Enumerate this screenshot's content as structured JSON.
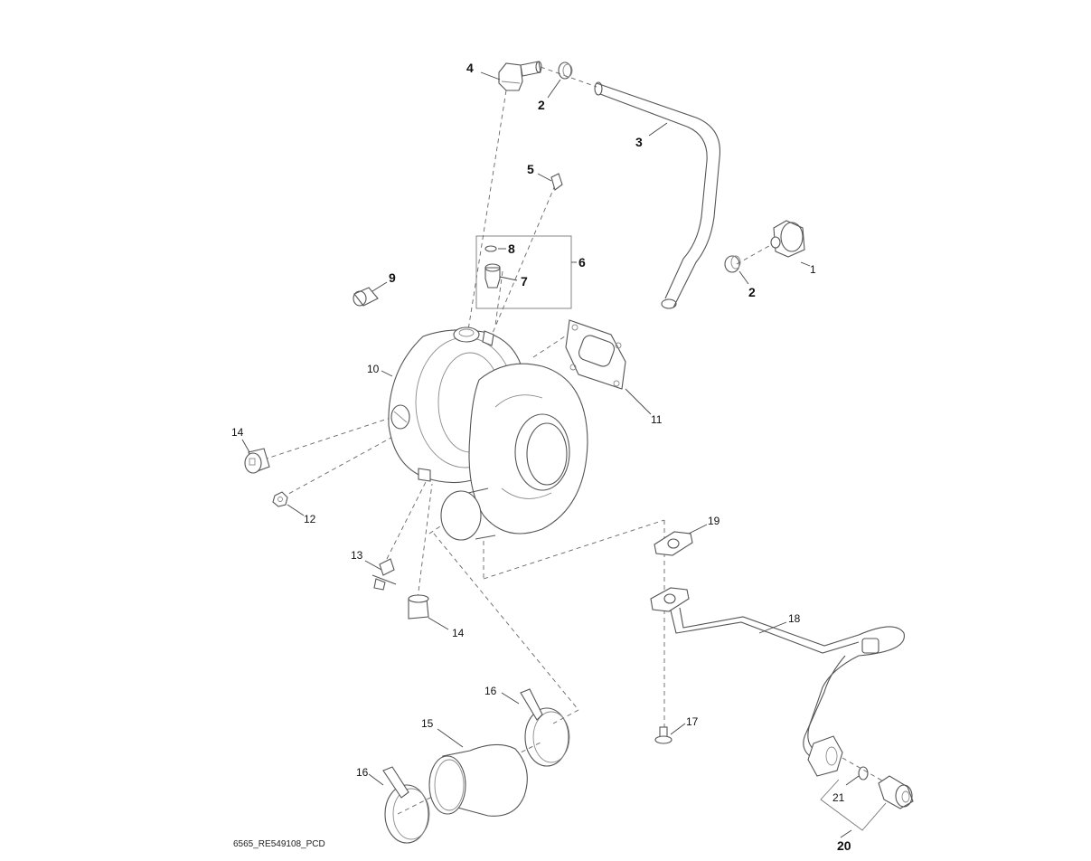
{
  "diagram": {
    "title": "Turbocharger Assembly Exploded View",
    "figure_id": "6565_RE549108_PCD",
    "callouts": {
      "c1": "1",
      "c2a": "2",
      "c2b": "2",
      "c3": "3",
      "c4": "4",
      "c5": "5",
      "c6": "6",
      "c7": "7",
      "c8": "8",
      "c9": "9",
      "c10": "10",
      "c11": "11",
      "c12": "12",
      "c13": "13",
      "c14a": "14",
      "c14b": "14",
      "c15": "15",
      "c16a": "16",
      "c16b": "16",
      "c17": "17",
      "c18": "18",
      "c19": "19",
      "c20": "20",
      "c21": "21"
    },
    "parts": [
      {
        "ref": "1",
        "kind": "fitting"
      },
      {
        "ref": "2",
        "kind": "hose-clamp"
      },
      {
        "ref": "3",
        "kind": "hose"
      },
      {
        "ref": "4",
        "kind": "elbow-fitting"
      },
      {
        "ref": "5",
        "kind": "fitting"
      },
      {
        "ref": "6",
        "kind": "kit-group"
      },
      {
        "ref": "7",
        "kind": "fitting"
      },
      {
        "ref": "8",
        "kind": "o-ring"
      },
      {
        "ref": "9",
        "kind": "cap"
      },
      {
        "ref": "10",
        "kind": "turbocharger"
      },
      {
        "ref": "11",
        "kind": "gasket"
      },
      {
        "ref": "12",
        "kind": "nut"
      },
      {
        "ref": "13",
        "kind": "sensor"
      },
      {
        "ref": "14",
        "kind": "cap"
      },
      {
        "ref": "15",
        "kind": "hose"
      },
      {
        "ref": "16",
        "kind": "hose-clamp"
      },
      {
        "ref": "17",
        "kind": "cap-screw"
      },
      {
        "ref": "18",
        "kind": "oil-line"
      },
      {
        "ref": "19",
        "kind": "gasket"
      },
      {
        "ref": "20",
        "kind": "fitting-group"
      },
      {
        "ref": "21",
        "kind": "o-ring"
      }
    ]
  }
}
